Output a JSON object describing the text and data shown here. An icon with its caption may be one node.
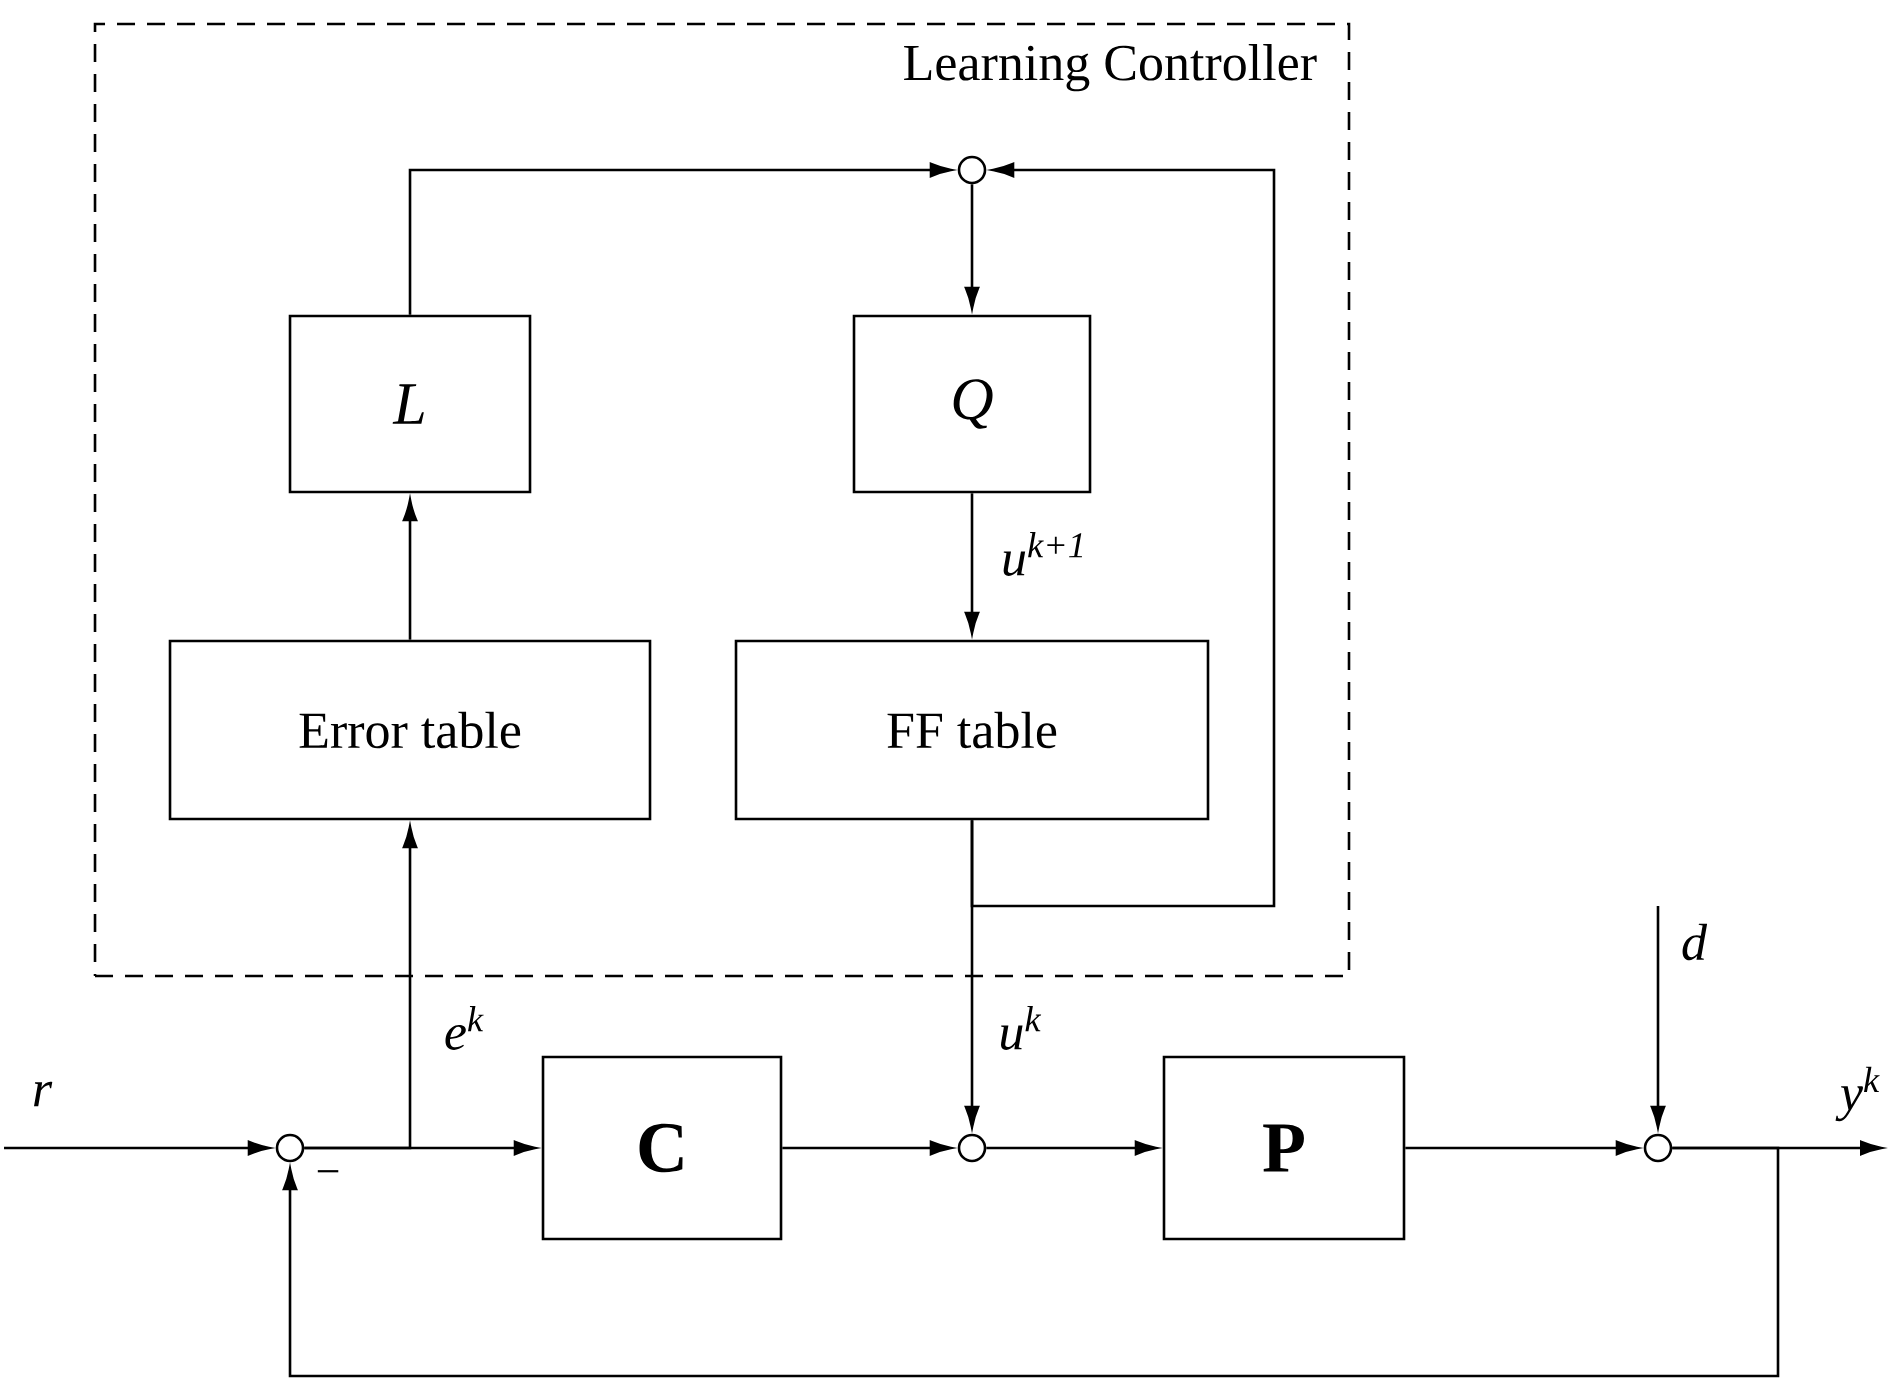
{
  "diagram": {
    "nodes": [
      {
        "text": [
          "Learning Controller"
        ]
      },
      {
        "text": [
          "L"
        ],
        "in": 0
      },
      {
        "text": [
          "Q"
        ],
        "in": 0
      },
      {
        "text": [
          "Error table"
        ],
        "in": 0
      },
      {
        "text": [
          "FF table"
        ],
        "in": 0
      },
      {
        "text": [],
        "shape": "circle",
        "in": 0
      },
      {
        "text": [
          "C"
        ]
      },
      {
        "text": [
          "P"
        ]
      },
      {
        "text": [],
        "shape": "circle"
      },
      {
        "text": [],
        "shape": "circle"
      },
      {
        "text": [],
        "shape": "circle"
      }
    ],
    "edges": [
      {
        "from": null,
        "to": 8,
        "arrow": "to",
        "label": "r"
      },
      {
        "from": 8,
        "to": 6,
        "arrow": "to"
      },
      {
        "from": 8,
        "to": 3,
        "arrow": "to",
        "label": "e$^{k}$"
      },
      {
        "from": 3,
        "to": 1,
        "arrow": "to"
      },
      {
        "from": 1,
        "to": 5,
        "arrow": "to"
      },
      {
        "from": 5,
        "to": 2,
        "arrow": "to"
      },
      {
        "from": 2,
        "to": 4,
        "arrow": "to",
        "label": "u$^{k+1}$"
      },
      {
        "from": 4,
        "to": 9,
        "arrow": "to",
        "label": "u$^{k}$"
      },
      {
        "from": 4,
        "to": 5,
        "arrow": "to"
      },
      {
        "from": 6,
        "to": 9,
        "arrow": "to"
      },
      {
        "from": 9,
        "to": 7,
        "arrow": "to"
      },
      {
        "from": 7,
        "to": 10,
        "arrow": "to"
      },
      {
        "from": null,
        "to": 10,
        "arrow": "to",
        "label": "d"
      },
      {
        "from": 10,
        "to": null,
        "arrow": "to",
        "label": "y$^{k}$"
      },
      {
        "from": 10,
        "to": 8,
        "arrow": "to"
      }
    ],
    "labels": [
      "−"
    ]
  }
}
